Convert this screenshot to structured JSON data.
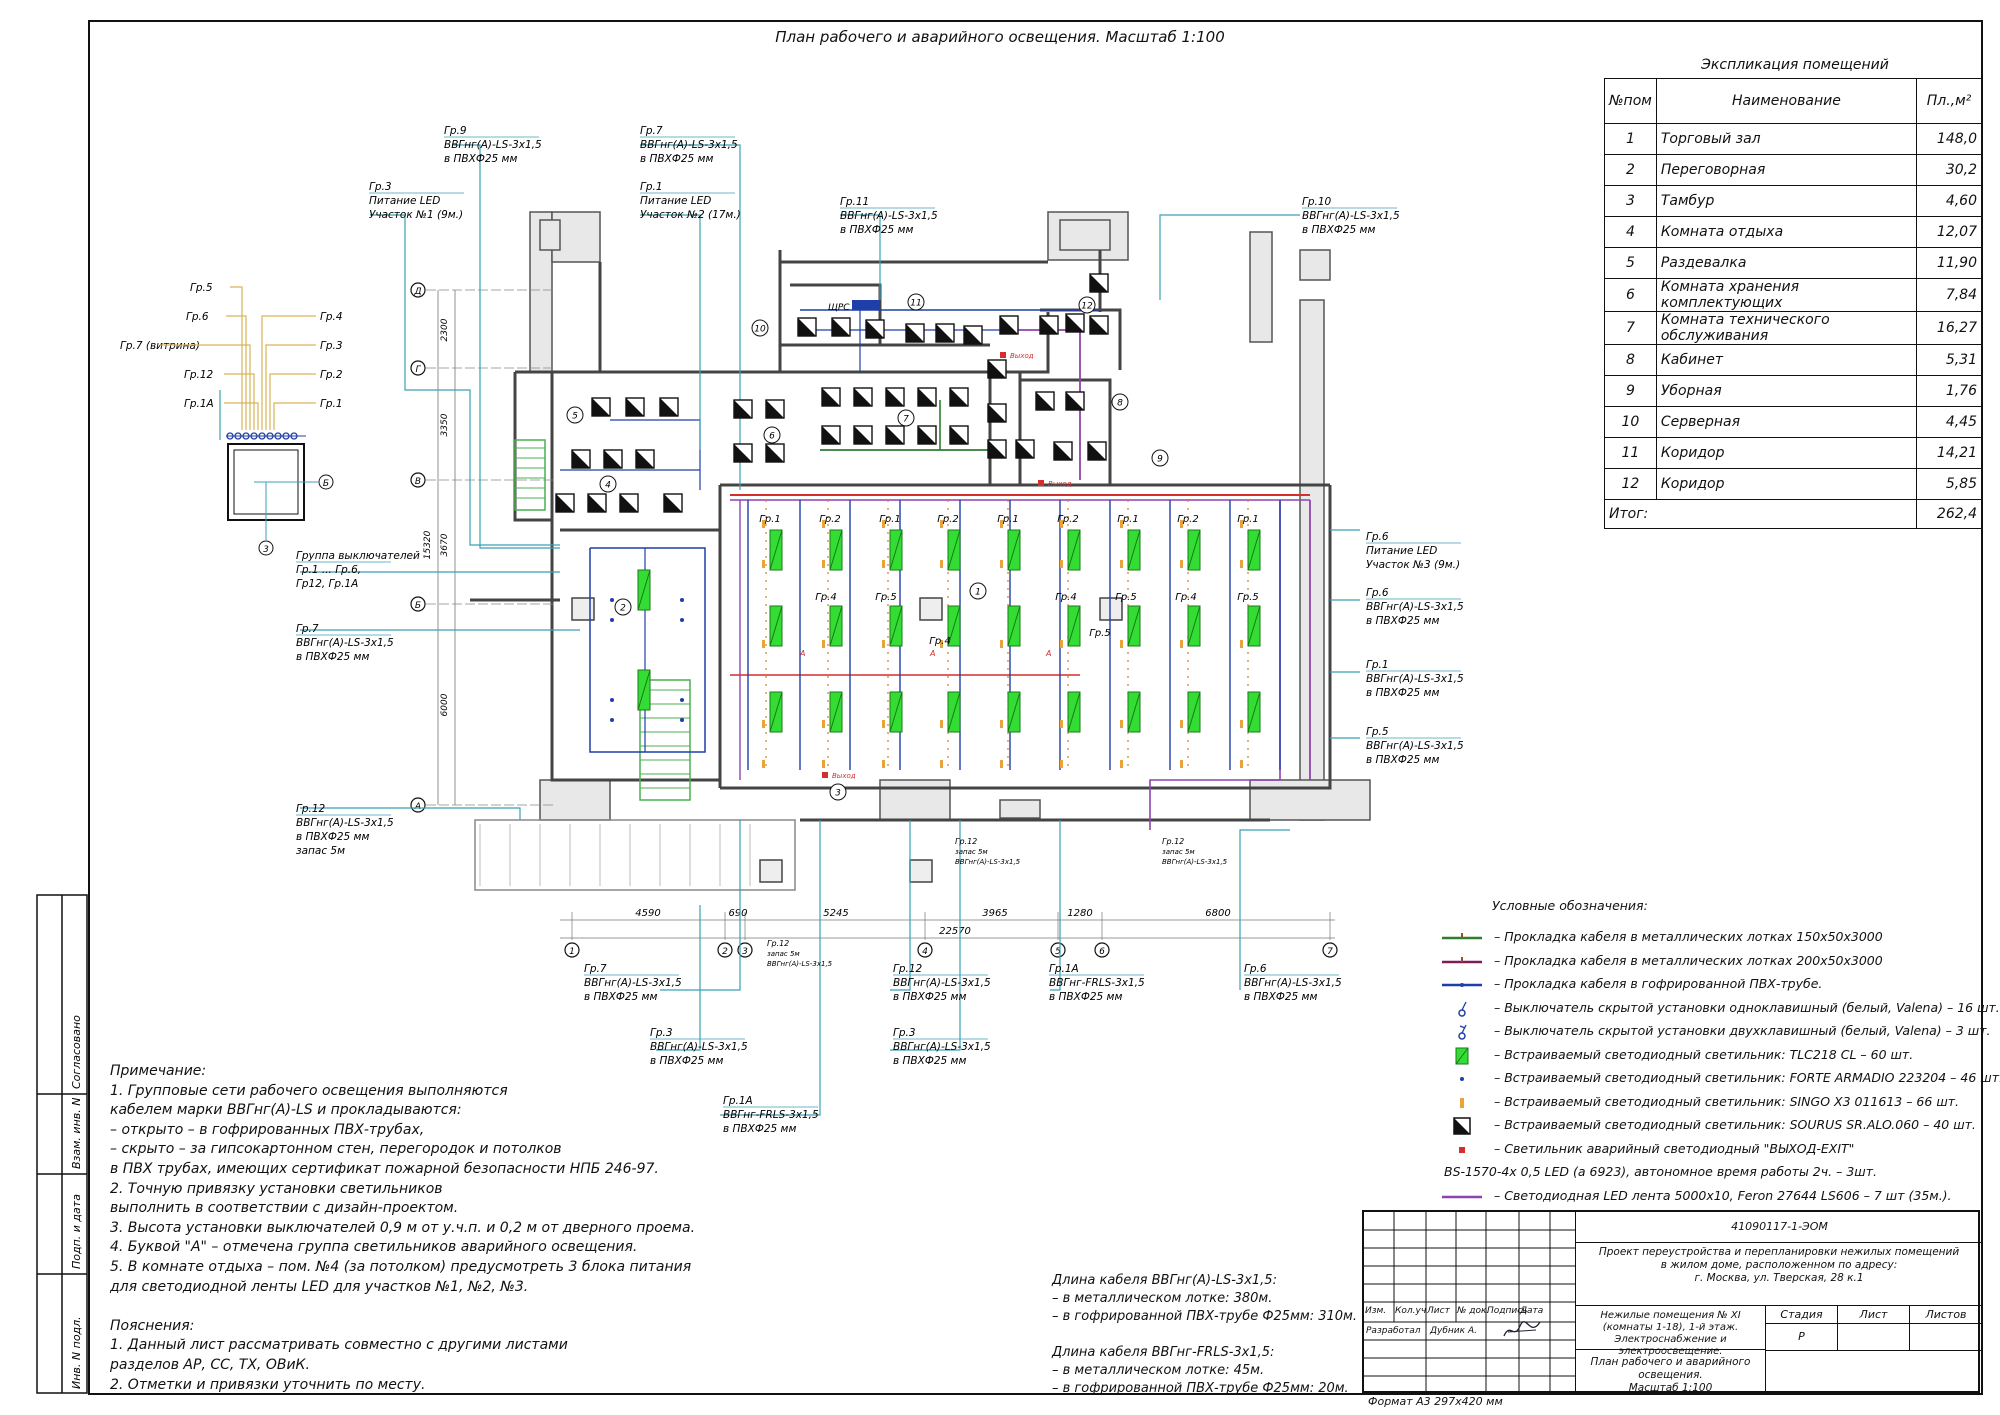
{
  "title": "План рабочего и аварийного освещения. Масштаб 1:100",
  "explication": {
    "title": "Экспликация помещений",
    "headers": [
      "№пом",
      "Наименование",
      "Пл.,м²"
    ],
    "rows": [
      {
        "n": "1",
        "name": "Торговый зал",
        "area": "148,0"
      },
      {
        "n": "2",
        "name": "Переговорная",
        "area": "30,2"
      },
      {
        "n": "3",
        "name": "Тамбур",
        "area": "4,60"
      },
      {
        "n": "4",
        "name": "Комната отдыха",
        "area": "12,07"
      },
      {
        "n": "5",
        "name": "Раздевалка",
        "area": "11,90"
      },
      {
        "n": "6",
        "name": "Комната хранения комплектующих",
        "area": "7,84"
      },
      {
        "n": "7",
        "name": "Комната технического обслуживания",
        "area": "16,27"
      },
      {
        "n": "8",
        "name": "Кабинет",
        "area": "5,31"
      },
      {
        "n": "9",
        "name": "Уборная",
        "area": "1,76"
      },
      {
        "n": "10",
        "name": "Серверная",
        "area": "4,45"
      },
      {
        "n": "11",
        "name": "Коридор",
        "area": "14,21"
      },
      {
        "n": "12",
        "name": "Коридор",
        "area": "5,85"
      }
    ],
    "total_label": "Итог:",
    "total": "262,4"
  },
  "panel_groups": [
    "Гр.5",
    "Гр.6",
    "Гр.7 (витрина)",
    "Гр.12",
    "Гр.1А",
    "Гр.4",
    "Гр.3",
    "Гр.2",
    "Гр.1"
  ],
  "axes_letters": [
    "Д",
    "Г",
    "В",
    "Б",
    "А"
  ],
  "axes_numbers": [
    "1",
    "2",
    "3",
    "4",
    "5",
    "6",
    "7"
  ],
  "dims_bottom": [
    "4590",
    "690",
    "5245",
    "3965",
    "1280",
    "6800",
    "22570"
  ],
  "dims_left": [
    "2300",
    "3350",
    "3670",
    "15320",
    "6000"
  ],
  "rooms": [
    "1",
    "2",
    "3",
    "4",
    "5",
    "6",
    "7",
    "8",
    "9",
    "10",
    "11",
    "12"
  ],
  "plan_labels": {
    "shrs": "ЩРС",
    "exit": "Выход",
    "emergency": "А",
    "zone_groups": [
      "Гр.1",
      "Гр.2",
      "Гр.1",
      "Гр.2",
      "Гр.1",
      "Гр.2",
      "Гр.1",
      "Гр.2",
      "Гр.1"
    ],
    "inner_groups": [
      "Гр.4",
      "Гр.5",
      "Гр.4",
      "Гр.5",
      "Гр.4",
      "Гр.5",
      "Гр.4",
      "Гр.5"
    ]
  },
  "callouts": [
    {
      "g": "Гр.9",
      "l1": "ВВГнг(А)-LS-3х1,5",
      "l2": "в ПВХФ25 мм"
    },
    {
      "g": "Гр.7",
      "l1": "ВВГнг(А)-LS-3х1,5",
      "l2": "в ПВХФ25 мм"
    },
    {
      "g": "Гр.3",
      "l1": "Питание LED",
      "l2": "Участок №1 (9м.)"
    },
    {
      "g": "Гр.1",
      "l1": "Питание LED",
      "l2": "Участок №2 (17м.)"
    },
    {
      "g": "Гр.11",
      "l1": "ВВГнг(А)-LS-3х1,5",
      "l2": "в ПВХФ25 мм"
    },
    {
      "g": "Гр.10",
      "l1": "ВВГнг(А)-LS-3х1,5",
      "l2": "в ПВХФ25 мм"
    },
    {
      "g": "Гр.6",
      "l1": "Питание LED",
      "l2": "Участок №3 (9м.)"
    },
    {
      "g": "Гр.6",
      "l1": "ВВГнг(А)-LS-3х1,5",
      "l2": "в ПВХФ25 мм"
    },
    {
      "g": "Гр.1",
      "l1": "ВВГнг(А)-LS-3х1,5",
      "l2": "в ПВХФ25 мм"
    },
    {
      "g": "Гр.5",
      "l1": "ВВГнг(А)-LS-3х1,5",
      "l2": "в ПВХФ25 мм"
    },
    {
      "g": "Группа выключателей",
      "l1": "Гр.1 ... Гр.6,",
      "l2": "Гр12, Гр.1А"
    },
    {
      "g": "Гр.7",
      "l1": "ВВГнг(А)-LS-3х1,5",
      "l2": "в ПВХФ25 мм"
    },
    {
      "g": "Гр.12",
      "l1": "ВВГнг(А)-LS-3х1,5",
      "l2": "в ПВХФ25 мм",
      "l3": "запас 5м"
    },
    {
      "g": "Гр.7",
      "l1": "ВВГнг(А)-LS-3х1,5",
      "l2": "в ПВХФ25 мм"
    },
    {
      "g": "Гр.3",
      "l1": "ВВГнг(А)-LS-3х1,5",
      "l2": "в ПВХФ25 мм"
    },
    {
      "g": "Гр.1А",
      "l1": "ВВГнг-FRLS-3х1,5",
      "l2": "в ПВХФ25 мм"
    },
    {
      "g": "Гр.12",
      "l1": "ВВГнг(А)-LS-3х1,5",
      "l2": "в ПВХФ25 мм"
    },
    {
      "g": "Гр.3",
      "l1": "ВВГнг(А)-LS-3х1,5",
      "l2": "в ПВХФ25 мм"
    },
    {
      "g": "Гр.1А",
      "l1": "ВВГнг-FRLS-3х1,5",
      "l2": "в ПВХФ25 мм"
    },
    {
      "g": "Гр.6",
      "l1": "ВВГнг(А)-LS-3х1,5",
      "l2": "в ПВХФ25 мм"
    }
  ],
  "small_callouts": [
    {
      "g": "Гр.12",
      "l1": "запас 5м",
      "l2": "ВВГнг(А)-LS-3х1,5"
    },
    {
      "g": "Гр.12",
      "l1": "запас 5м",
      "l2": "ВВГнг(А)-LS-3х1,5"
    },
    {
      "g": "Гр.12",
      "l1": "запас 5м",
      "l2": "ВВГнг(А)-LS-3х1,5"
    }
  ],
  "legend": {
    "heading": "Условные обозначения:",
    "items": [
      "– Прокладка кабеля в металлических лотках 150х50х3000",
      "– Прокладка кабеля в металлических лотках 200х50х3000",
      "– Прокладка кабеля в гофрированной ПВХ-трубе.",
      "– Выключатель скрытой установки одноклавишный (белый, Valena) – 16 шт.",
      "– Выключатель скрытой установки двухклавишный (белый, Valena) – 3 шт.",
      "– Встраиваемый светодиодный светильник: TLC218 CL – 60 шт.",
      "– Встраиваемый светодиодный светильник: FORTE ARMADIO 223204 – 46 шт.",
      "– Встраиваемый светодиодный светильник: SINGO X3 011613 – 66 шт.",
      "– Встраиваемый светодиодный светильник: SOURUS SR.ALO.060 – 40 шт.",
      "– Светильник аварийный светодиодный \"ВЫХОД-EXIT\"",
      "– Светодиодная LED лента 5000х10, Feron 27644 LS606 – 7 шт (35м.)."
    ],
    "item10_cont": "BS-1570-4х 0,5 LED (а 6923), автономное время работы 2ч. – 3шт.",
    "colors": {
      "tray150": "#2e7d32",
      "tray200": "#7b1f5a",
      "pvc": "#1f3fa8",
      "led": "#33dd33",
      "exit": "#d32f2f",
      "ledtape": "#8e44ad"
    }
  },
  "notes": [
    "Примечание:",
    "1. Групповые сети рабочего освещения выполняются",
    "кабелем марки ВВГнг(А)-LS и прокладываются:",
    "– открыто – в гофрированных ПВХ-трубах,",
    "– скрыто – за гипсокартонном стен, перегородок и потолков",
    "в ПВХ трубах, имеющих сертификат пожарной безопасности НПБ 246-97.",
    "2. Точную привязку установки светильников",
    "выполнить в соответствии с дизайн-проектом.",
    "3. Высота установки выключателей 0,9 м от у.ч.п. и 0,2 м от дверного проема.",
    "4. Буквой \"А\" – отмечена группа светильников аварийного освещения.",
    "5. В комнате отдыха – пом. №4 (за потолком) предусмотреть 3 блока питания",
    "для светодиодной ленты LED для участков №1, №2, №3.",
    "",
    "Пояснения:",
    "1. Данный лист рассматривать совместно с другими листами",
    "разделов АР, СС, ТХ, ОВиК.",
    "2. Отметки и привязки уточнить по месту."
  ],
  "cable_lengths": [
    "Длина кабеля ВВГнг(А)-LS-3х1,5:",
    "– в металлическом лотке: 380м.",
    "– в гофрированной ПВХ-трубе Ф25мм: 310м.",
    "",
    "Длина кабеля ВВГнг-FRLS-3х1,5:",
    "– в металлическом лотке: 45м.",
    "– в гофрированной ПВХ-трубе Ф25мм: 20м."
  ],
  "format": "Формат А3  297х420 мм",
  "stamp": {
    "code": "41090117-1-ЭОМ",
    "project": [
      "Проект переустройства и перепланировки нежилых помещений",
      "в жилом доме, расположенном по адресу:",
      "г. Москва, ул. Тверская, 28 к.1"
    ],
    "object": [
      "Нежилые помещения № XI",
      "(комнаты 1-18), 1-й этаж.",
      "Электроснабжение и электроосвещение."
    ],
    "sheet_name": [
      "План рабочего и аварийного освещения.",
      "Масштаб 1:100"
    ],
    "headers": [
      "Изм.",
      "Кол.уч",
      "Лист",
      "№ док.",
      "Подпись",
      "Дата"
    ],
    "stage_headers": [
      "Стадия",
      "Лист",
      "Листов"
    ],
    "stage": "Р",
    "developed": "Разработал",
    "author": "Дубник А."
  },
  "side_labels": [
    "Согласовано",
    "Взам. инв. N",
    "Подп. и дата",
    "Инв. N подл."
  ]
}
